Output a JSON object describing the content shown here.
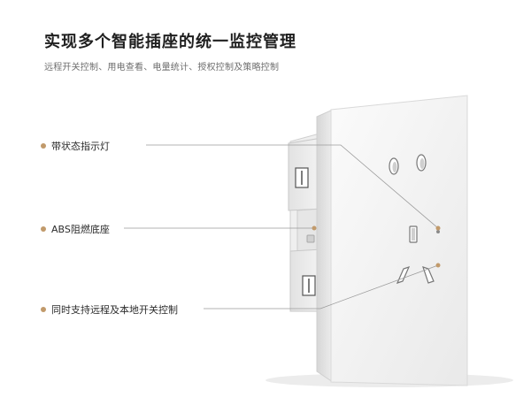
{
  "header": {
    "title": "实现多个智能插座的统一监控管理",
    "subtitle": "远程开关控制、用电查看、电量统计、授权控制及策略控制"
  },
  "features": [
    {
      "label": "带状态指示灯"
    },
    {
      "label": "ABS阻燃底座"
    },
    {
      "label": "同时支持远程及本地开关控制"
    }
  ],
  "colors": {
    "accent": "#c19a6b",
    "text": "#1f1f1f"
  }
}
